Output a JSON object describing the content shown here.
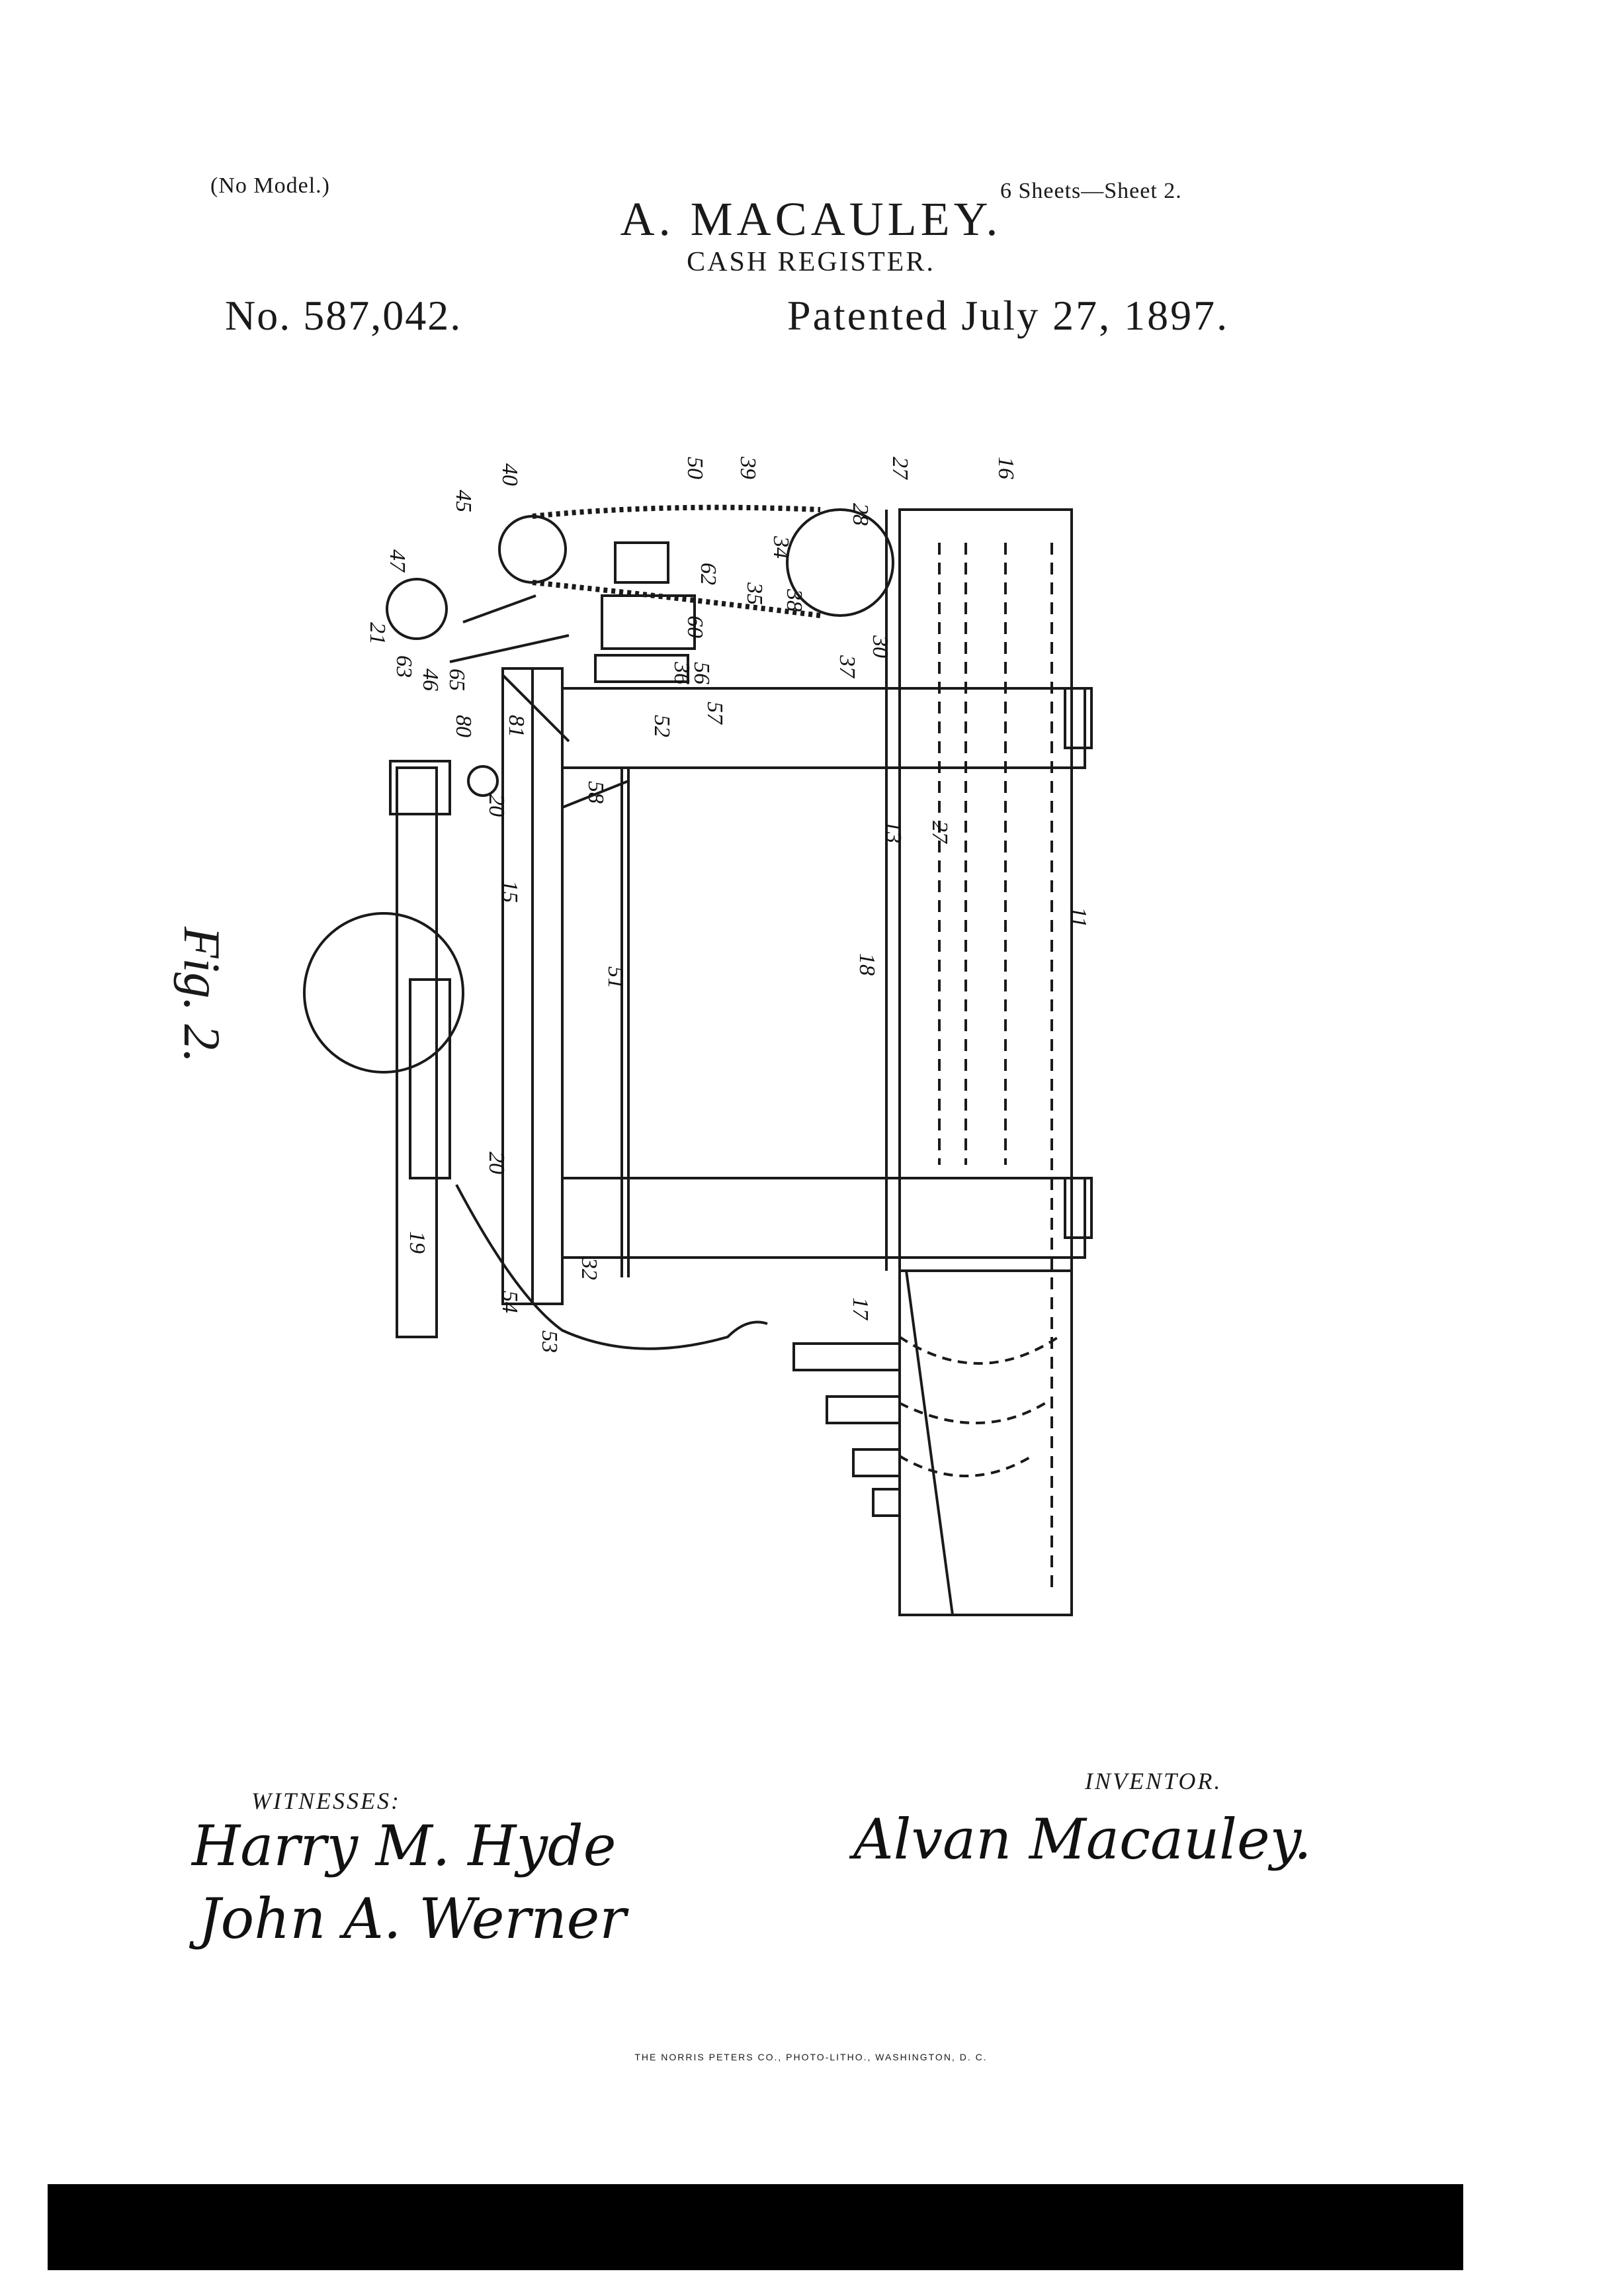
{
  "header": {
    "no_model": "(No Model.)",
    "sheets": "6 Sheets—Sheet 2.",
    "inventor": "A. MACAULEY.",
    "title": "CASH REGISTER.",
    "patent_number": "No. 587,042.",
    "patent_date": "Patented July 27, 1897."
  },
  "figure": {
    "label": "Fig. 2.",
    "reference_numbers": [
      "47",
      "45",
      "40",
      "50",
      "39",
      "28",
      "27",
      "16",
      "21",
      "63",
      "46",
      "65",
      "34",
      "35",
      "36",
      "38",
      "37",
      "30",
      "60",
      "62",
      "56",
      "57",
      "52",
      "58",
      "81",
      "80",
      "20",
      "15",
      "13",
      "27",
      "11",
      "51",
      "18",
      "20",
      "19",
      "32",
      "54",
      "53",
      "17"
    ]
  },
  "signatures": {
    "witnesses_label": "WITNESSES:",
    "witness_1": "Harry M. Hyde",
    "witness_2": "John A. Werner",
    "inventor_label": "INVENTOR.",
    "inventor_signature": "Alvan Macauley."
  },
  "footer": {
    "printer": "THE NORRIS PETERS CO., PHOTO-LITHO., WASHINGTON, D. C."
  }
}
